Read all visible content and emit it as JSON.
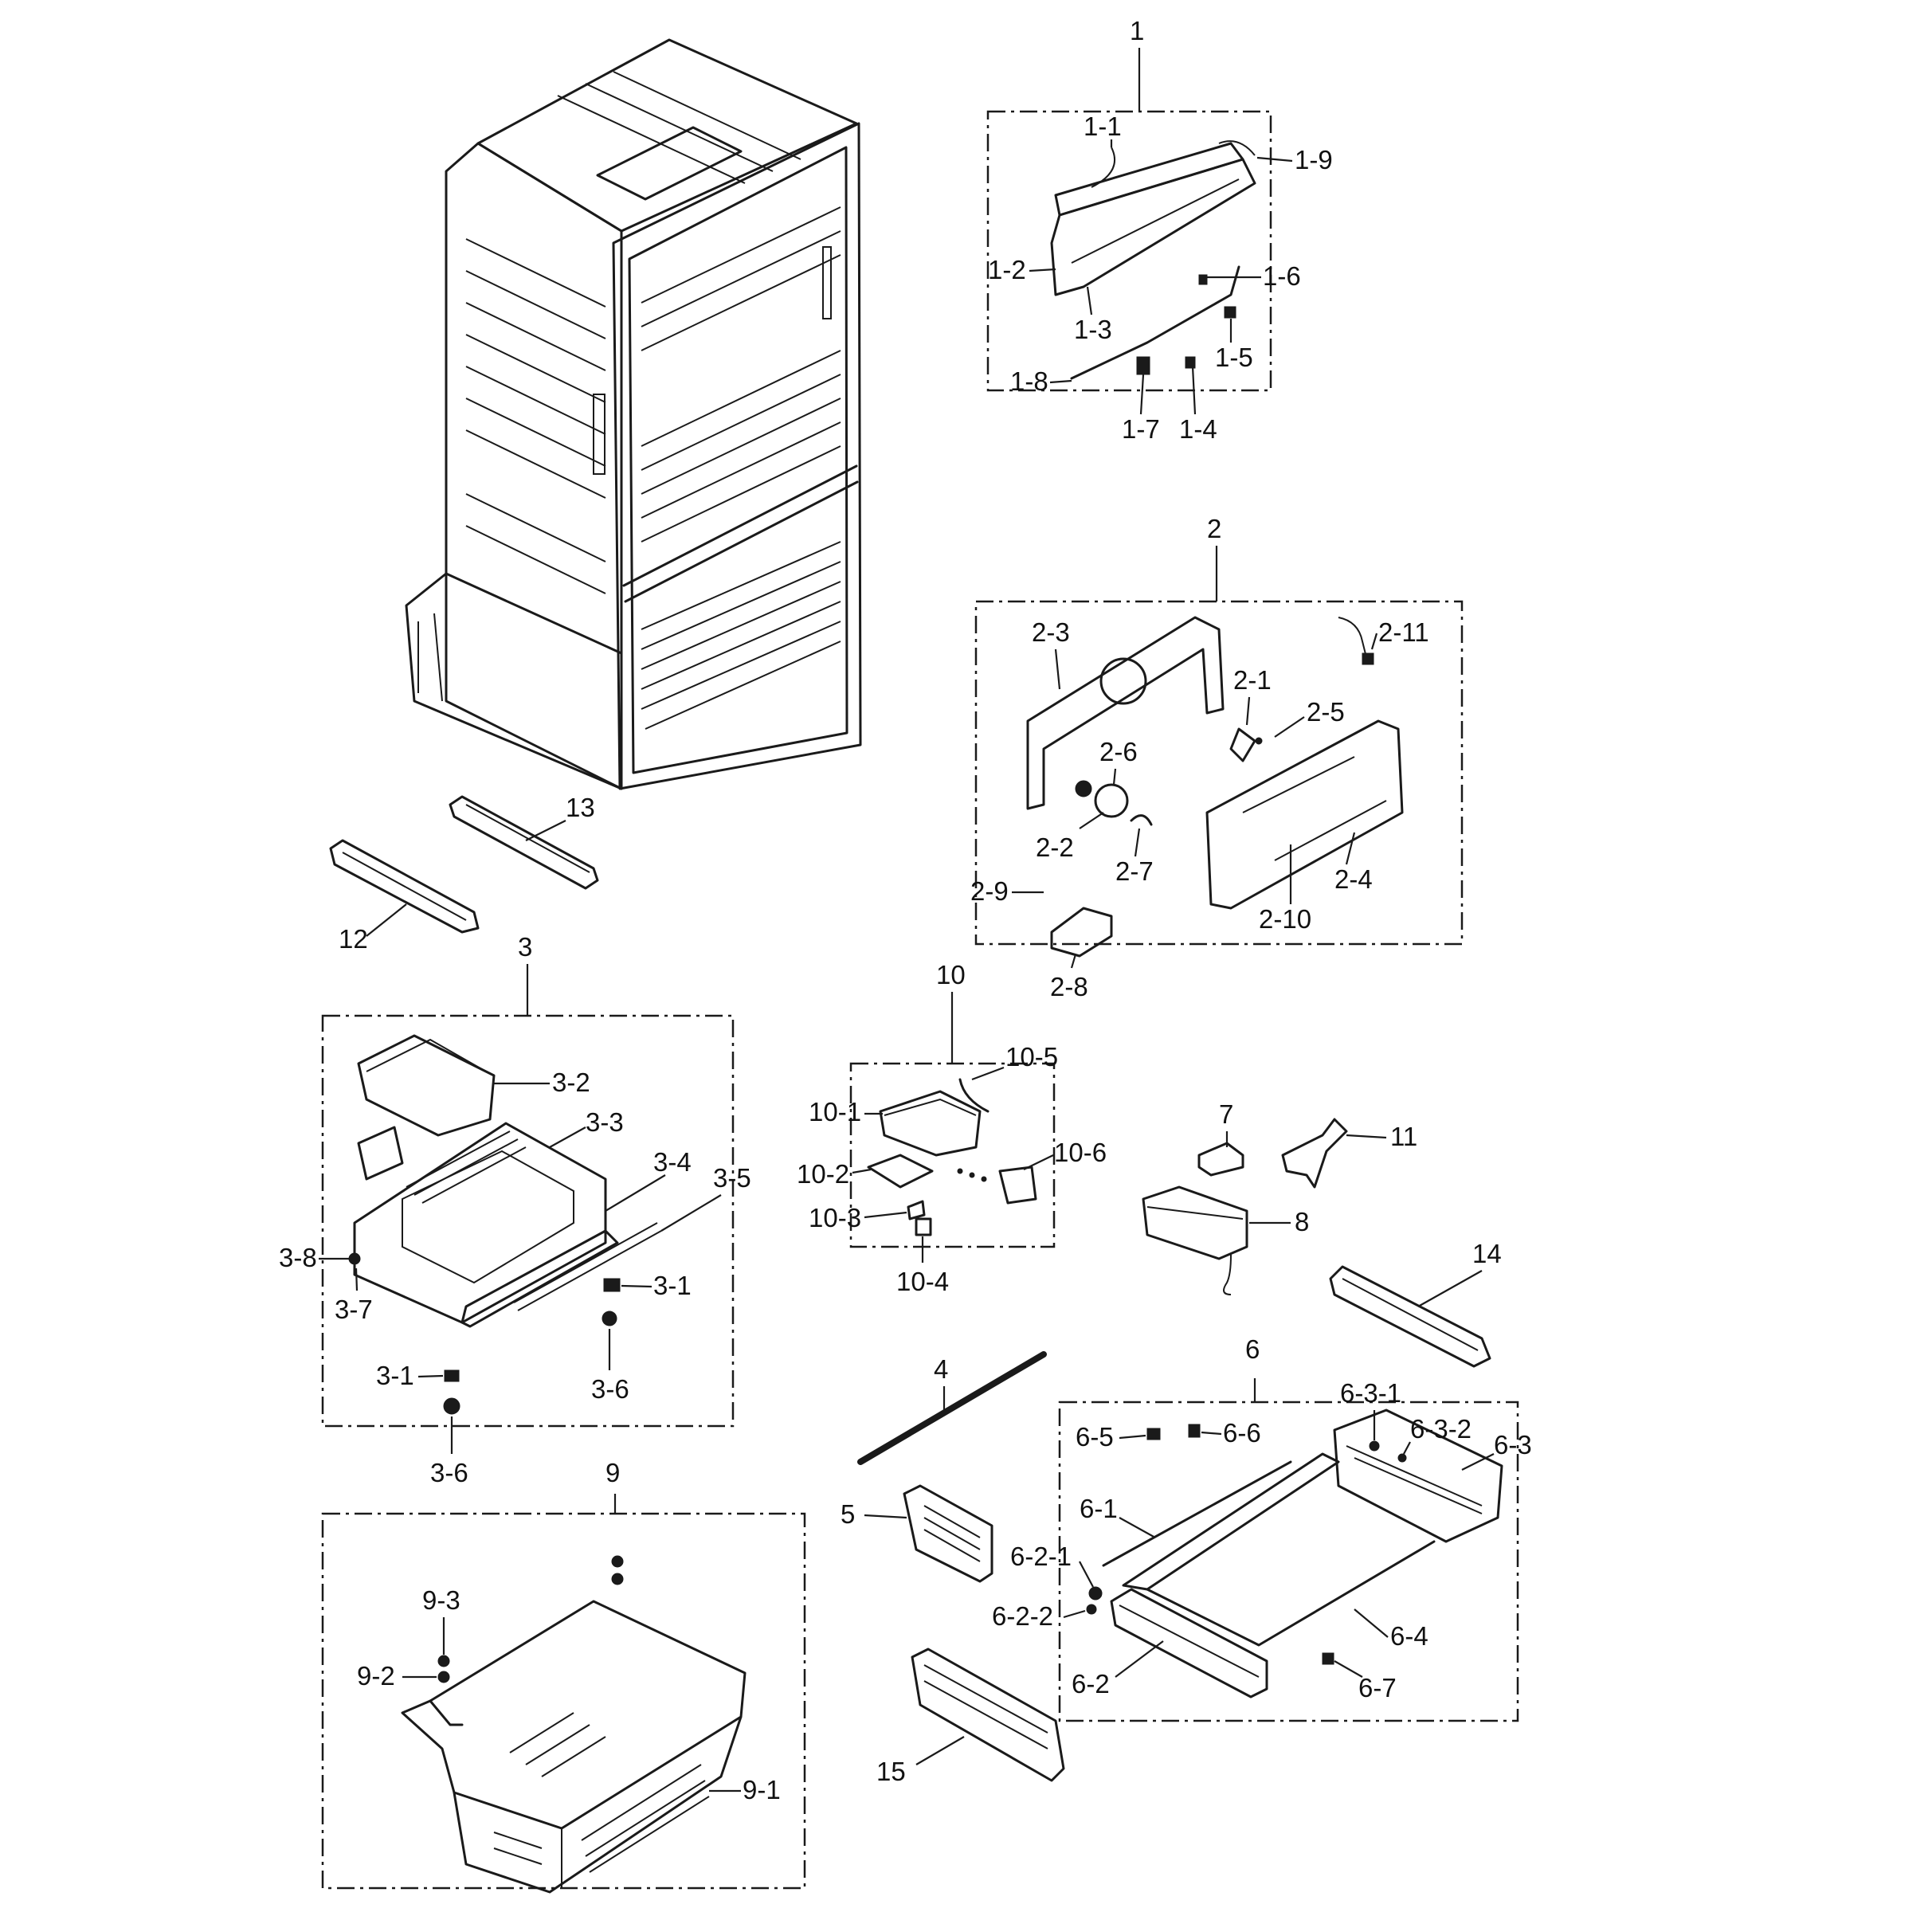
{
  "labels": {
    "g1": "1",
    "l1_1": "1-1",
    "l1_2": "1-2",
    "l1_3": "1-3",
    "l1_4": "1-4",
    "l1_5": "1-5",
    "l1_6": "1-6",
    "l1_7": "1-7",
    "l1_8": "1-8",
    "l1_9": "1-9",
    "g2": "2",
    "l2_1": "2-1",
    "l2_2": "2-2",
    "l2_3": "2-3",
    "l2_4": "2-4",
    "l2_5": "2-5",
    "l2_6": "2-6",
    "l2_7": "2-7",
    "l2_8": "2-8",
    "l2_9": "2-9",
    "l2_10": "2-10",
    "l2_11": "2-11",
    "g3": "3",
    "l3_1a": "3-1",
    "l3_1b": "3-1",
    "l3_2": "3-2",
    "l3_3": "3-3",
    "l3_4": "3-4",
    "l3_5": "3-5",
    "l3_6a": "3-6",
    "l3_6b": "3-6",
    "l3_7": "3-7",
    "l3_8": "3-8",
    "g4": "4",
    "g5": "5",
    "g6": "6",
    "l6_1": "6-1",
    "l6_2": "6-2",
    "l6_2_1": "6-2-1",
    "l6_2_2": "6-2-2",
    "l6_3": "6-3",
    "l6_3_1": "6-3-1",
    "l6_3_2": "6-3-2",
    "l6_4": "6-4",
    "l6_5": "6-5",
    "l6_6": "6-6",
    "l6_7": "6-7",
    "g7": "7",
    "g8": "8",
    "g9": "9",
    "l9_1": "9-1",
    "l9_2": "9-2",
    "l9_3": "9-3",
    "g10": "10",
    "l10_1": "10-1",
    "l10_2": "10-2",
    "l10_3": "10-3",
    "l10_4": "10-4",
    "l10_5": "10-5",
    "l10_6": "10-6",
    "g11": "11",
    "g12": "12",
    "g13": "13",
    "g14": "14",
    "g15": "15"
  }
}
